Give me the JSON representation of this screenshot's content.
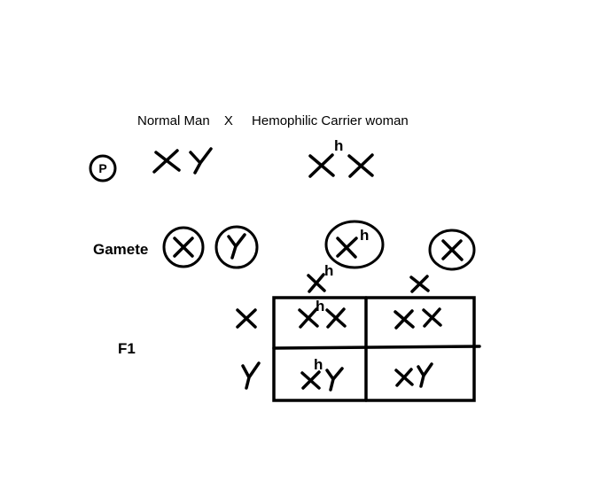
{
  "cross": {
    "father": "Normal Man",
    "symbol": "X",
    "mother": "Hemophilic Carrier woman"
  },
  "generation_labels": {
    "parent": "P",
    "gamete": "Gamete",
    "filial": "F1"
  },
  "allele": "h",
  "colors": {
    "ink": "#000000",
    "background": "#ffffff"
  }
}
